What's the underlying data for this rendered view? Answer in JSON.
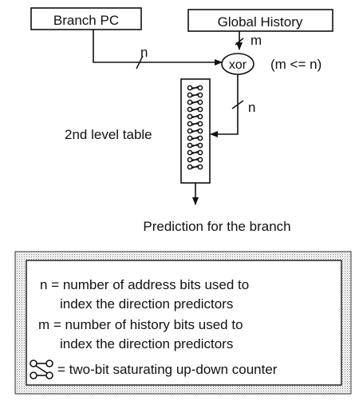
{
  "diagram": {
    "branch_pc_label": "Branch PC",
    "global_history_label": "Global History",
    "n_label_top": "n",
    "m_label": "m",
    "xor_label": "xor",
    "constraint_label": "(m <= n)",
    "n_label_table": "n",
    "table_label": "2nd level table",
    "prediction_label": "Prediction for the branch"
  },
  "legend": {
    "line1": "n = number of address bits used to",
    "line2": "index the direction predictors",
    "line3": "m = number of history bits used to",
    "line4": "index the direction predictors",
    "line5": "= two-bit saturating up-down counter"
  },
  "icons": {
    "counter": "two-bit-counter-icon"
  }
}
